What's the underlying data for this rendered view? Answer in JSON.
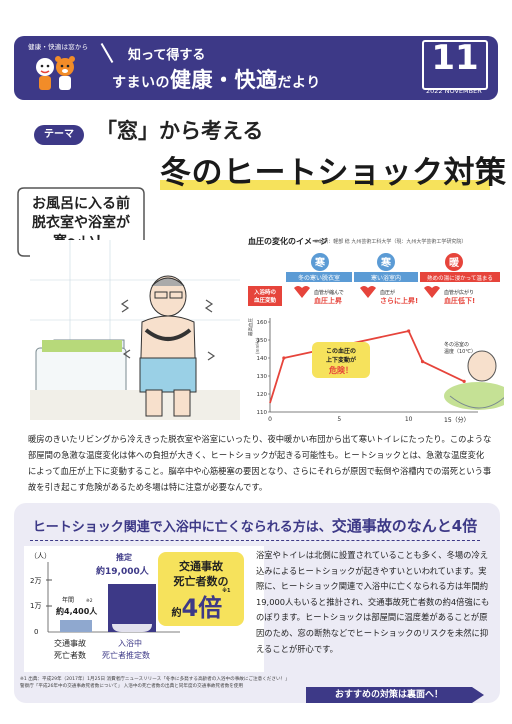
{
  "header": {
    "small_label": "健康・快適は窓から",
    "knowing_label": "知って得する",
    "title_part1": "すまいの",
    "title_main": "健康・快適",
    "title_suffix": "だより",
    "issue_number": "11",
    "issue_date": "2022 NOVEMBER",
    "colors": {
      "navy": "#3d3987",
      "yellow": "#f6e25c",
      "red": "#e6443b"
    }
  },
  "theme": {
    "tag": "テーマ",
    "subtitle": "「窓」から考える",
    "title": "冬のヒートショック対策"
  },
  "bubble": {
    "line1": "お風呂に入る前",
    "line2": "脱衣室や浴室が",
    "line3": "寒〜い！"
  },
  "chart": {
    "title": "血圧の変化のイメージ",
    "source": "※出所：軽部 稔 九州芸術工科大学（現：九州大学芸術工学研究院）",
    "badges": [
      {
        "label": "寒",
        "caption": "冬の寒い脱衣室"
      },
      {
        "label": "寒",
        "caption": "寒い浴室内"
      },
      {
        "label": "暖",
        "caption": "熱めの湯に浸かって温まる"
      }
    ],
    "side_note_line1": "入浴時の",
    "side_note_line2": "血圧変動",
    "phases": [
      {
        "top": "血管が縮んで",
        "bottom": "血圧上昇"
      },
      {
        "top": "血圧が",
        "bottom": "さらに上昇!"
      },
      {
        "top": "血管が広がり",
        "bottom": "血圧低下!"
      }
    ],
    "ylabel": "最高血圧",
    "yunit": "(mmHg)",
    "xunit": "15（分）",
    "danger_line1": "この血圧の",
    "danger_line2": "上下変動が",
    "danger_line3": "危険！",
    "outdoor_note_line1": "冬の浴室の",
    "outdoor_note_line2": "温度（10℃）"
  },
  "chart_data": {
    "type": "line",
    "x": [
      0,
      1,
      10,
      11,
      14
    ],
    "y": [
      115,
      140,
      155,
      138,
      127
    ],
    "xticks": [
      "0",
      "5",
      "10"
    ],
    "yticks": [
      "110",
      "120",
      "130",
      "140",
      "150",
      "160"
    ],
    "xlim": [
      0,
      15
    ],
    "ylim": [
      110,
      160
    ],
    "ylabel": "最高血圧",
    "xlabel": "15（分）",
    "grid": false
  },
  "paragraph": "暖房のきいたリビングから冷えきった脱衣室や浴室にいったり、夜中暖かい布団から出て寒いトイレにたったり。このような部屋間の急激な温度変化は体への負担が大きく、ヒートショックが起きる可能性も。ヒートショックとは、急激な温度変化によって血圧が上下に変動すること。脳卒中や心筋梗塞の要因となり、さらにそれらが原因で転倒や浴槽内での溺死という事故を引き起こす危険があるため冬場は特に注意が必要なんです。",
  "panel": {
    "headline_pre": "ヒートショック関連で入浴中に亡くなられる方は、",
    "headline_em": "交通事故のなんと4倍",
    "unit_label": "（人）",
    "yticks": [
      "2万",
      "1万",
      "0"
    ],
    "bar1_top": "年間",
    "bar1_value": "約4,400人",
    "bar1_note": "※2",
    "bar2_top": "推定",
    "bar2_value": "約19,000人",
    "bar1_label_l1": "交通事故",
    "bar1_label_l2": "死亡者数",
    "bar2_label_l1": "入浴中",
    "bar2_label_l2": "死亡者推定数",
    "callout_l1": "交通事故",
    "callout_l2": "死亡者数の",
    "callout_pre": "約",
    "callout_big": "4倍",
    "callout_note": "※1",
    "body": "浴室やトイレは北側に設置されていることも多く、冬場の冷え込みによるヒートショックが起きやすいといわれています。実際に、ヒートショック関連で入浴中に亡くなられる方は年間約19,000人もいると推計され、交通事故死亡者数の約4倍強にものぼります。ヒートショックは部屋間に温度差があることが原因のため、窓の断熱などでヒートショックのリスクを未然に抑えることが肝心です。",
    "footnote1": "※1 出典：平成29年（2017年）1月25日 消費者庁ニュースリリース「冬季に多発する高齢者の入浴中の事故にご注意ください！」",
    "footnote2": "警察庁「平成26年中の交通事故死者数について」 入浴中の死亡者数の出典と同年度の交通事故死者数を使用",
    "next_label": "おすすめの対策は裏面へ！"
  }
}
